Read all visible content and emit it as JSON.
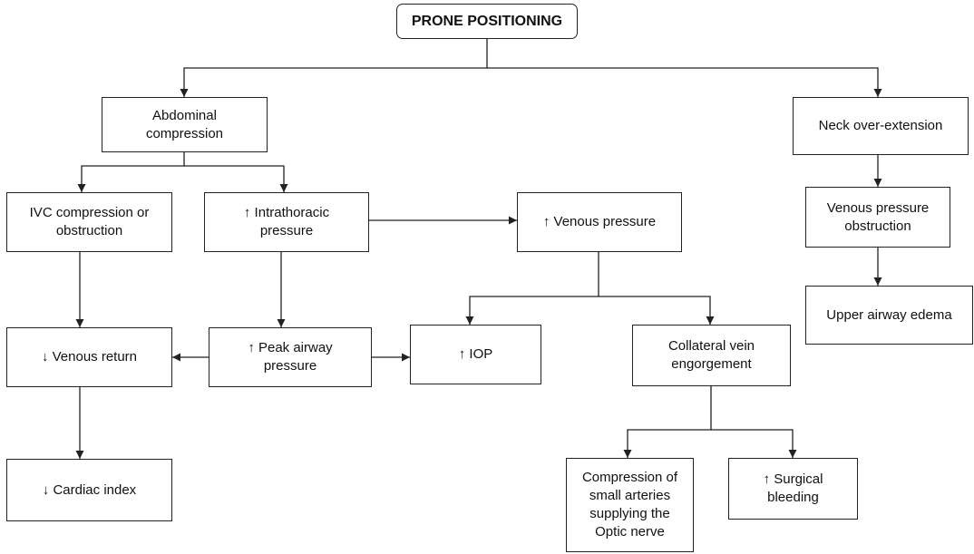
{
  "nodes": {
    "prone": "PRONE POSITIONING",
    "abdominal": "Abdominal\ncompression",
    "neck": "Neck over-extension",
    "ivc": "IVC compression or\nobstruction",
    "intrathoracic": "↑ Intrathoracic\npressure",
    "venous_pressure": "↑ Venous pressure",
    "venous_obstruction": "Venous pressure\nobstruction",
    "upper_airway": "Upper airway edema",
    "venous_return": "↓ Venous return",
    "peak_airway": "↑ Peak airway\npressure",
    "iop": "↑ IOP",
    "collateral": "Collateral vein\nengorgement",
    "cardiac": "↓ Cardiac index",
    "compression_arteries": "Compression of\nsmall arteries\nsupplying the\nOptic nerve",
    "surgical": "↑ Surgical\nbleeding"
  }
}
